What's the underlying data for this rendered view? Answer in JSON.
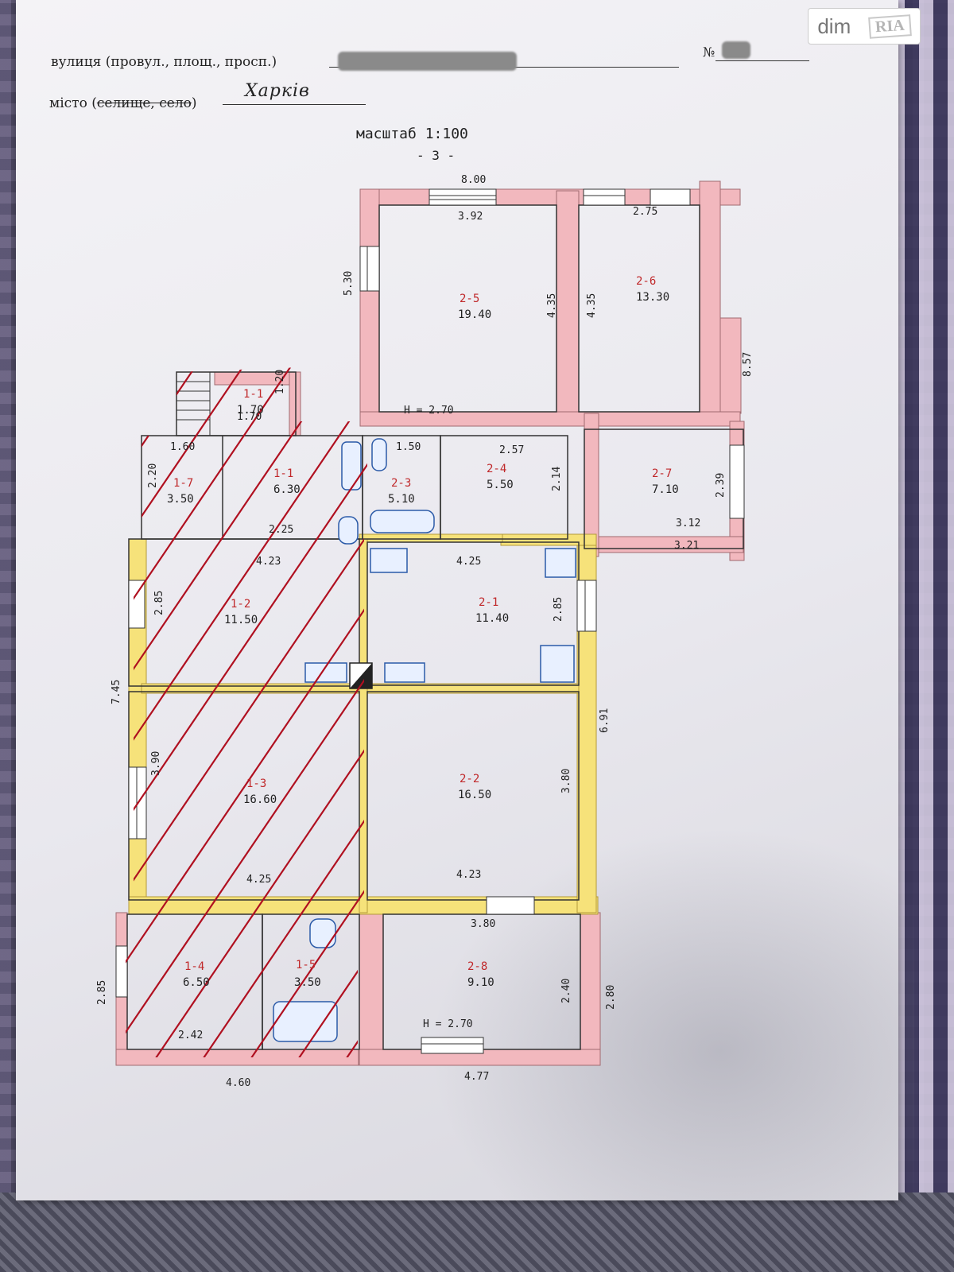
{
  "header": {
    "street_label": "вулиця (провул., площ., просп.)",
    "number_label": "№",
    "city_label_prefix": "місто (",
    "city_label_struck": "селище, село",
    "city_label_suffix": ")",
    "city_value": "Харків",
    "scale": "масштаб 1:100",
    "page_number": "- 3 -"
  },
  "watermark": {
    "dim": "dim",
    "ria": "RIA"
  },
  "rooms": [
    {
      "id": "2-5",
      "area": "19.40"
    },
    {
      "id": "2-6",
      "area": "13.30"
    },
    {
      "id": "1-1",
      "area": "1.70"
    },
    {
      "id": "1-7",
      "area": "3.50"
    },
    {
      "id": "1-1",
      "area": "6.30"
    },
    {
      "id": "2-3",
      "area": "5.10"
    },
    {
      "id": "2-4",
      "area": "5.50"
    },
    {
      "id": "2-7",
      "area": "7.10"
    },
    {
      "id": "1-2",
      "area": "11.50"
    },
    {
      "id": "2-1",
      "area": "11.40"
    },
    {
      "id": "1-3",
      "area": "16.60"
    },
    {
      "id": "2-2",
      "area": "16.50"
    },
    {
      "id": "1-4",
      "area": "6.50"
    },
    {
      "id": "1-5",
      "area": "3.50"
    },
    {
      "id": "2-8",
      "area": "9.10"
    }
  ],
  "dimensions": [
    "8.00",
    "3.92",
    "2.75",
    "5.30",
    "4.35",
    "4.35",
    "8.57",
    "H = 2.70",
    "1.70",
    "1.20",
    "1.60",
    "2.20",
    "1.50",
    "2.57",
    "2.14",
    "2.39",
    "3.12",
    "3.21",
    "2.25",
    "4.23",
    "4.25",
    "2.85",
    "2.85",
    "7.45",
    "6.91",
    "3.90",
    "3.80",
    "4.25",
    "4.23",
    "3.80",
    "2.85",
    "2.40",
    "2.80",
    "2.42",
    "4.60",
    "4.77",
    "H = 2.70"
  ]
}
